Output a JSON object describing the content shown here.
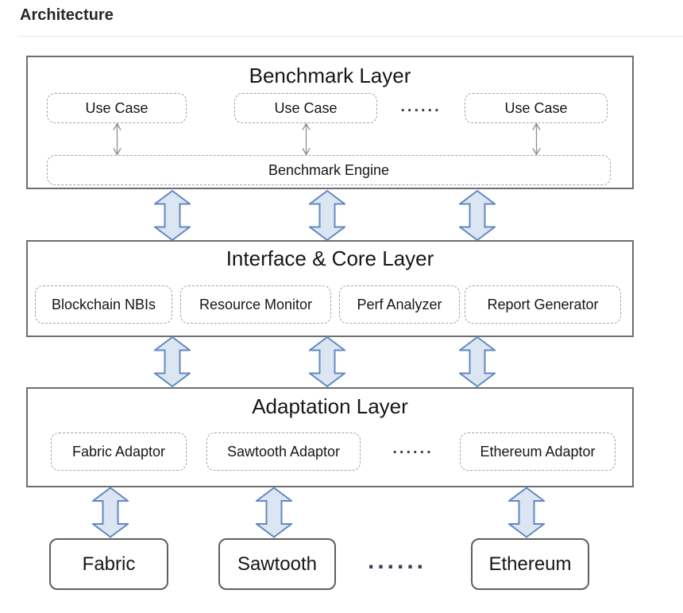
{
  "page": {
    "title": "Architecture"
  },
  "colors": {
    "arrow-fill": "#dce6f2",
    "arrow-stroke": "#6189c1",
    "thin-arrow": "#8f8f8f",
    "layer-border": "#6e6e6e",
    "dashed-border": "#a3a3a3"
  },
  "icons": {
    "layer_connector": "updown-block-arrow",
    "usecase_connector": "double-headed-line-arrow"
  },
  "diagram": {
    "benchmark_layer": {
      "title": "Benchmark Layer",
      "use_cases": [
        "Use Case",
        "Use Case",
        "Use Case"
      ],
      "dots": "......",
      "engine": "Benchmark Engine"
    },
    "interface_layer": {
      "title": "Interface & Core Layer",
      "modules": [
        "Blockchain NBIs",
        "Resource Monitor",
        "Perf Analyzer",
        "Report Generator"
      ]
    },
    "adaptation_layer": {
      "title": "Adaptation Layer",
      "adaptors": [
        "Fabric Adaptor",
        "Sawtooth Adaptor",
        "Ethereum Adaptor"
      ],
      "dots": "......"
    },
    "platforms": {
      "labels": [
        "Fabric",
        "Sawtooth",
        "Ethereum"
      ],
      "dots": "......"
    }
  }
}
